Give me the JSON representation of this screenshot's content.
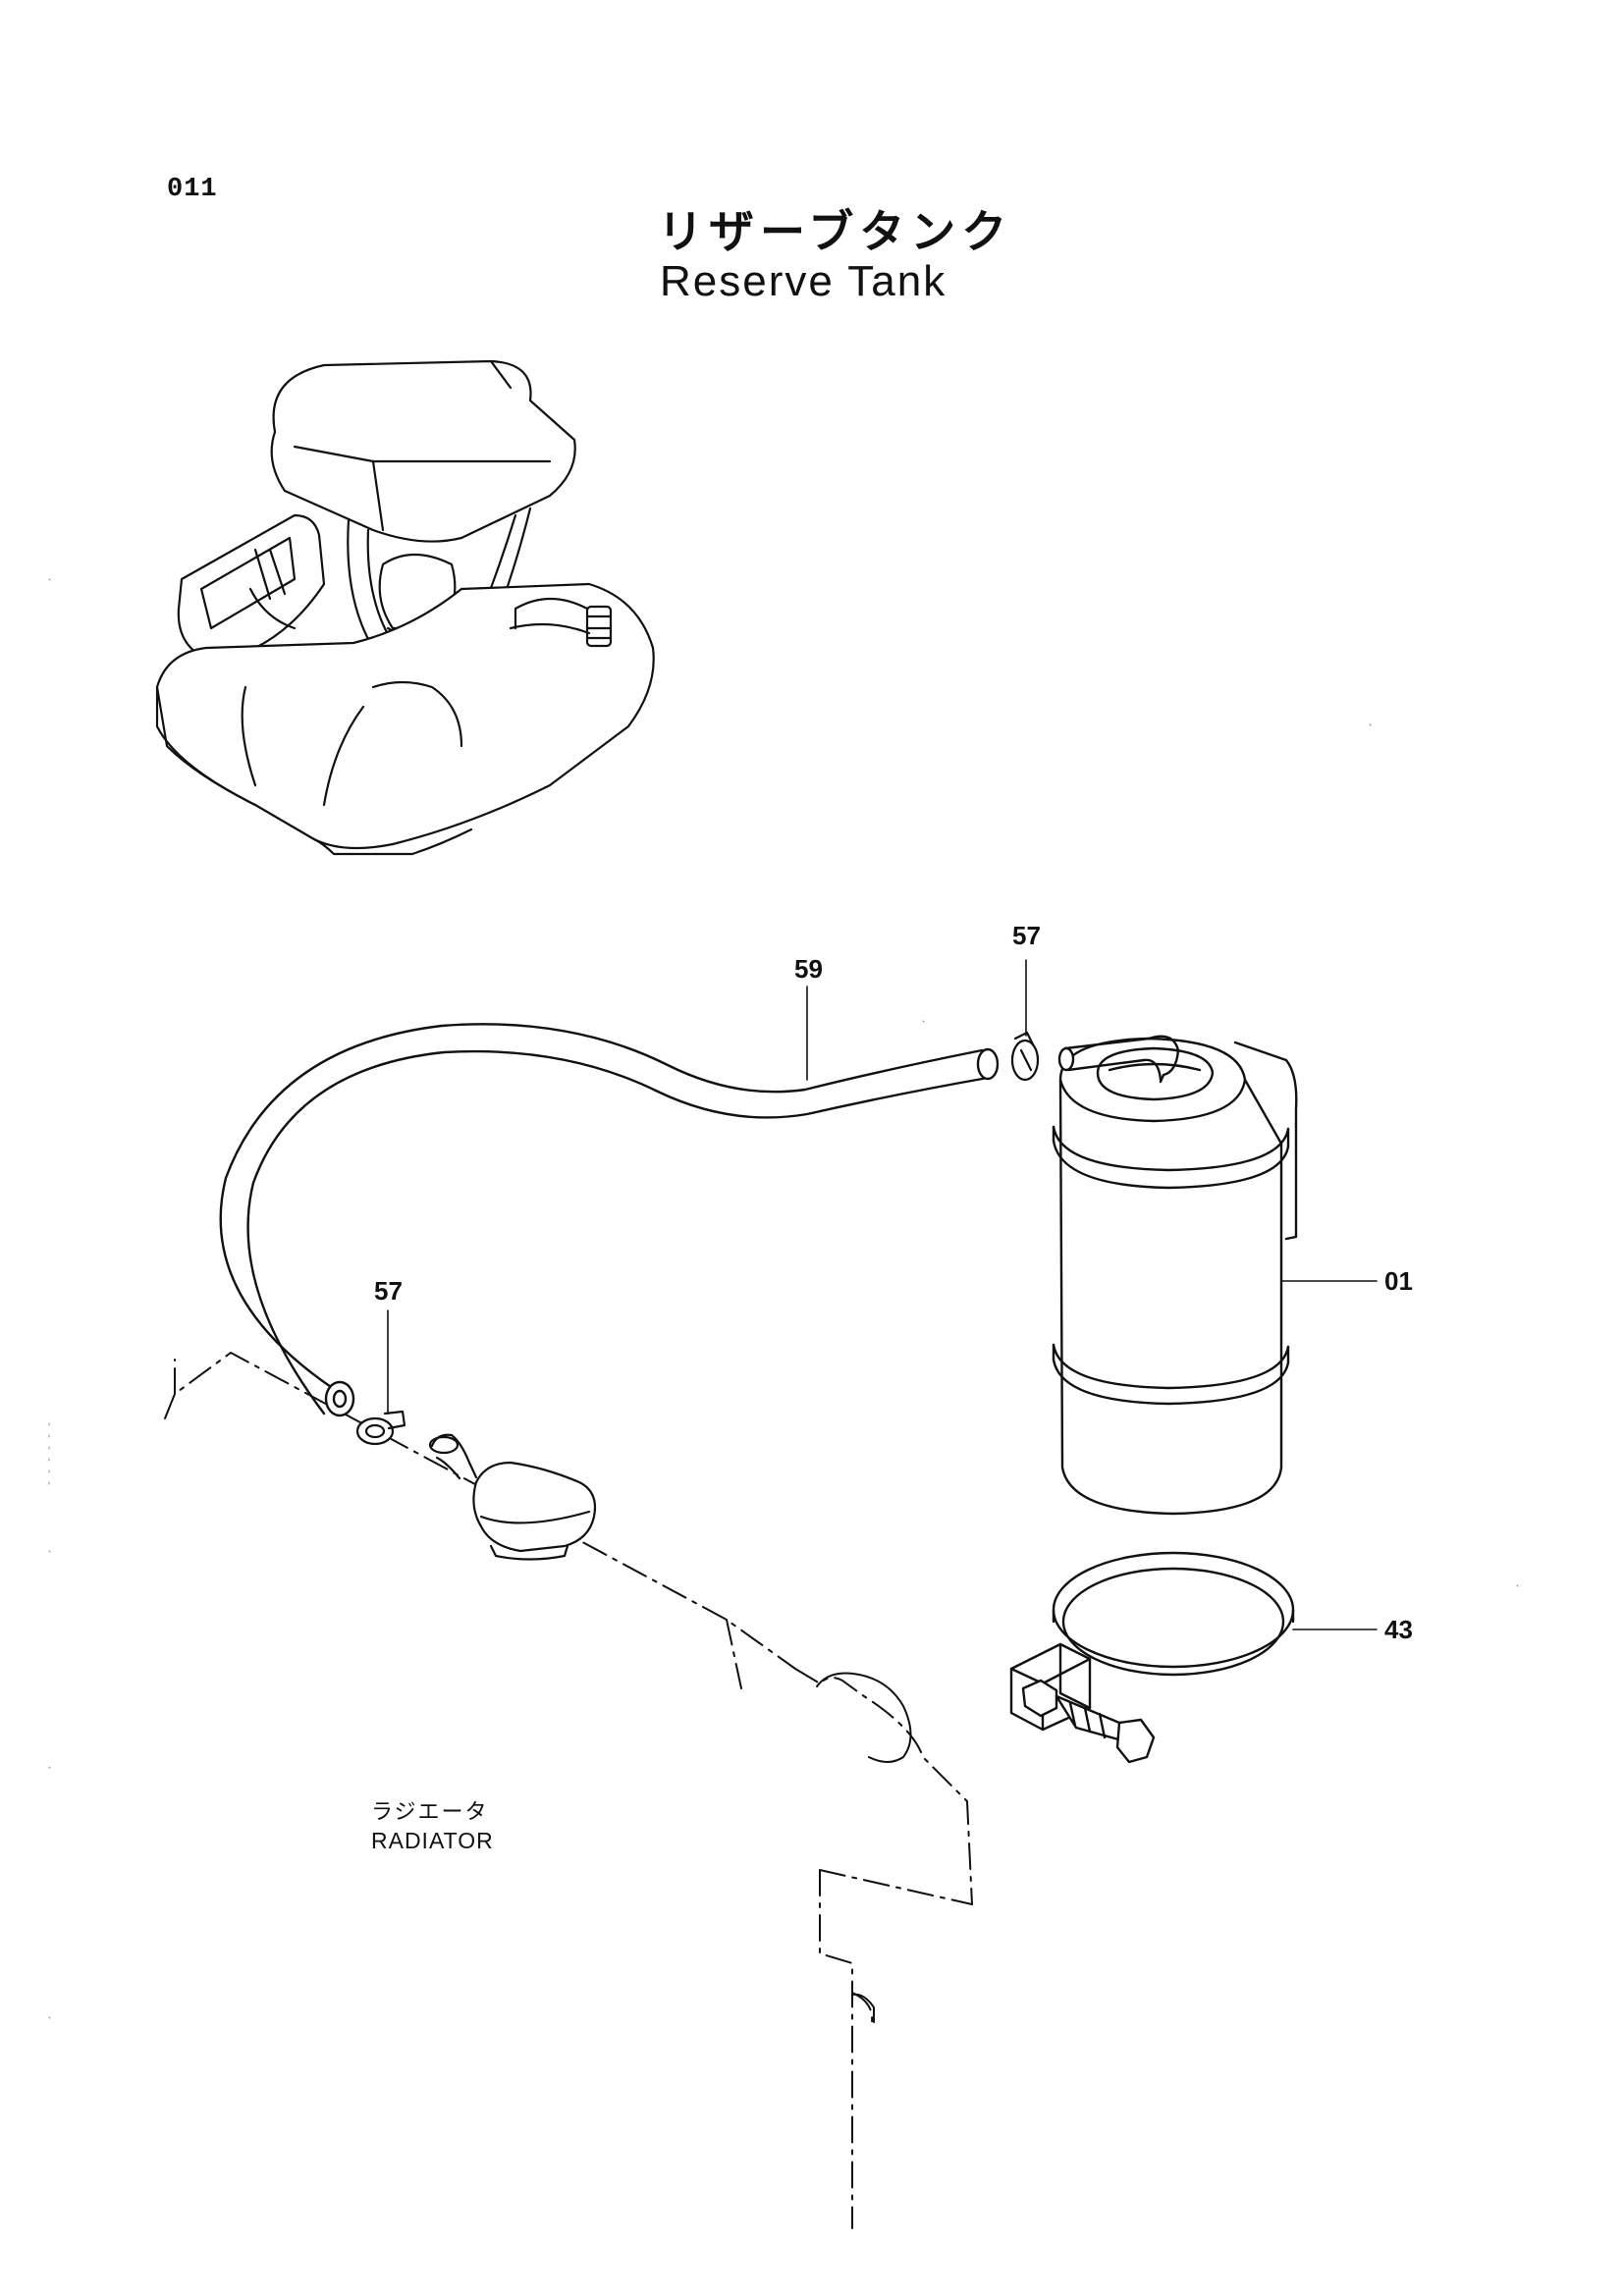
{
  "page": {
    "code": "011",
    "title_jp": "リザーブタンク",
    "title_en": "Reserve Tank"
  },
  "callouts": {
    "hose": "59",
    "clamp_top": "57",
    "clamp_bottom": "57",
    "tank": "01",
    "band": "43"
  },
  "radiator": {
    "label_jp": "ラジエータ",
    "label_en": "RADIATOR"
  }
}
